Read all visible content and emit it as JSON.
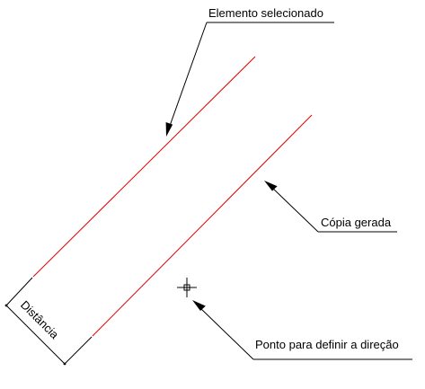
{
  "labels": {
    "selected_element": "Elemento selecionado",
    "generated_copy": "Cópia gerada",
    "direction_point": "Ponto para definir a direção",
    "distance": "Distância"
  },
  "colors": {
    "element_line": "#e00000",
    "annotation": "#000000",
    "background": "#ffffff"
  },
  "icons": {
    "cursor": "crosshair-cursor-icon"
  }
}
